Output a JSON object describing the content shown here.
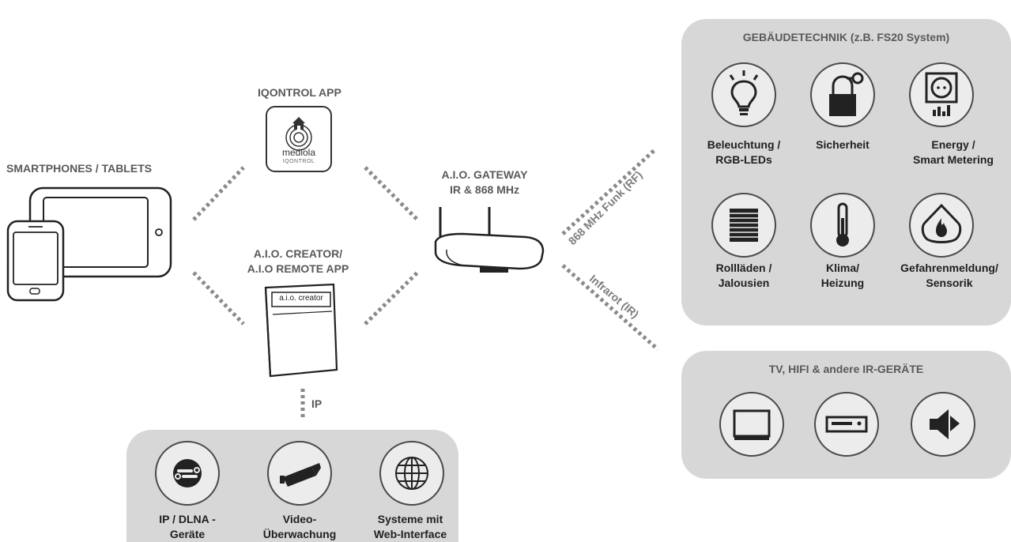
{
  "left": {
    "devices_label": "SMARTPHONES / TABLETS",
    "iqontrol_label": "IQONTROL APP",
    "iqontrol_logo_brand": "mediola",
    "iqontrol_logo_sub": "IQONTROL",
    "creator_label_line1": "A.I.O. CREATOR/",
    "creator_label_line2": "A.I.O REMOTE APP",
    "creator_box_text": "a.i.o. creator",
    "ip_label": "IP"
  },
  "gateway": {
    "label_line1": "A.I.O. GATEWAY",
    "label_line2": "IR & 868 MHz"
  },
  "links": {
    "rf": "868 MHz Funk (RF)",
    "ir": "Infrarot (IR)"
  },
  "building_panel": {
    "title": "GEBÄUDETECHNIK (z.B. FS20 System)",
    "items": [
      {
        "icon": "lightbulb-icon",
        "line1": "Beleuchtung /",
        "line2": "RGB-LEDs"
      },
      {
        "icon": "padlock-icon",
        "line1": "Sicherheit",
        "line2": ""
      },
      {
        "icon": "power-socket-icon",
        "line1": "Energy /",
        "line2": "Smart Metering"
      },
      {
        "icon": "shutter-icon",
        "line1": "Rollläden /",
        "line2": "Jalousien"
      },
      {
        "icon": "thermometer-icon",
        "line1": "Klima/",
        "line2": "Heizung"
      },
      {
        "icon": "flame-icon",
        "line1": "Gefahrenmeldung/",
        "line2": "Sensorik"
      }
    ]
  },
  "ir_panel": {
    "title": "TV, HIFI & andere IR-GERÄTE",
    "items": [
      {
        "icon": "tv-icon"
      },
      {
        "icon": "hifi-receiver-icon"
      },
      {
        "icon": "speaker-icon"
      }
    ]
  },
  "ip_panel": {
    "items": [
      {
        "icon": "dlna-icon",
        "line1": "IP / DLNA -",
        "line2": "Geräte"
      },
      {
        "icon": "camera-icon",
        "line1": "Video-",
        "line2": "Überwachung"
      },
      {
        "icon": "globe-icon",
        "line1": "Systeme mit",
        "line2": "Web-Interface"
      }
    ]
  }
}
